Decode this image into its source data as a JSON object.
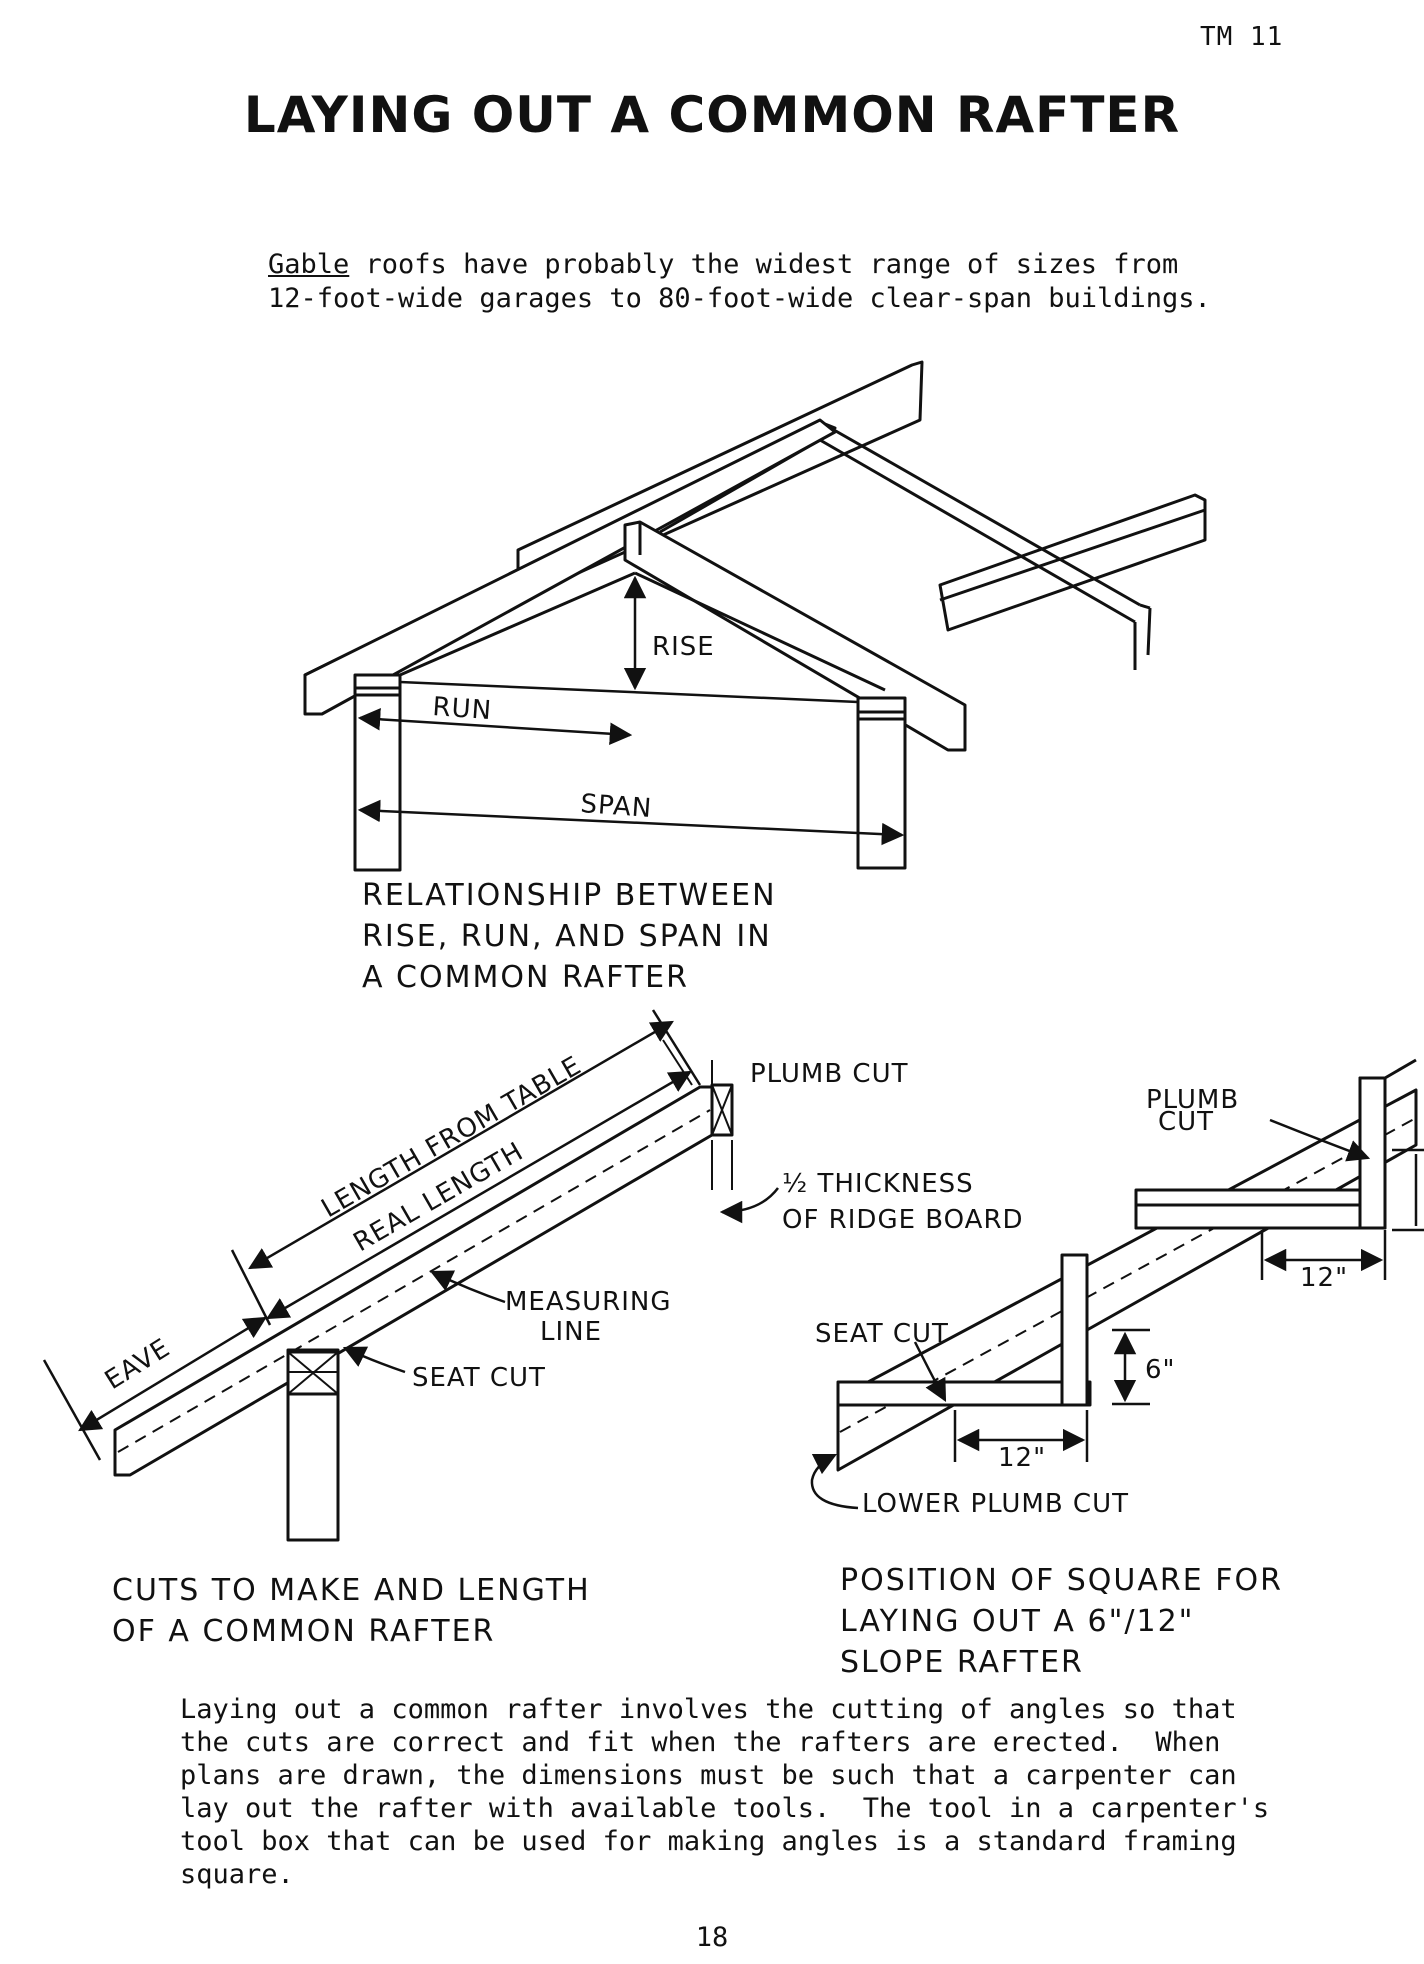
{
  "header": {
    "code": "TM 11"
  },
  "title": "LAYING OUT A COMMON RAFTER",
  "intro": {
    "underlined": "Gable",
    "line1_rest": " roofs have probably the widest range of sizes from",
    "line2": "12-foot-wide garages to 80-foot-wide clear-span buildings."
  },
  "figure1": {
    "labels": {
      "rise": "RISE",
      "run": "RUN",
      "span": "SPAN"
    },
    "caption": [
      "RELATIONSHIP BETWEEN",
      "RISE, RUN, AND SPAN IN",
      "A COMMON RAFTER"
    ]
  },
  "figure2": {
    "labels": {
      "length_from_table": "LENGTH FROM TABLE",
      "real_length": "REAL LENGTH",
      "eave": "EAVE",
      "plumb_cut": "PLUMB CUT",
      "half_thickness": "½ THICKNESS",
      "of_ridge_board": "OF RIDGE BOARD",
      "measuring": "MEASURING",
      "line": "LINE",
      "seat_cut": "SEAT CUT"
    },
    "caption": [
      "CUTS TO MAKE AND LENGTH",
      "OF A COMMON RAFTER"
    ]
  },
  "figure3": {
    "labels": {
      "plumb": "PLUMB",
      "cut": "CUT",
      "twelve_top": "12\"",
      "seat_cut": "SEAT CUT",
      "six": "6\"",
      "twelve_bottom": "12\"",
      "lower_plumb_cut": "LOWER PLUMB CUT"
    },
    "caption": [
      "POSITION OF SQUARE FOR",
      "LAYING OUT A 6\"/12\"",
      "SLOPE RAFTER"
    ]
  },
  "body": [
    "Laying out a common rafter involves the cutting of angles so that",
    "the cuts are correct and fit when the rafters are erected.  When",
    "plans are drawn, the dimensions must be such that a carpenter can",
    "lay out the rafter with available tools.  The tool in a carpenter's",
    "tool box that can be used for making angles is a standard framing",
    "square."
  ],
  "page_number": "18"
}
